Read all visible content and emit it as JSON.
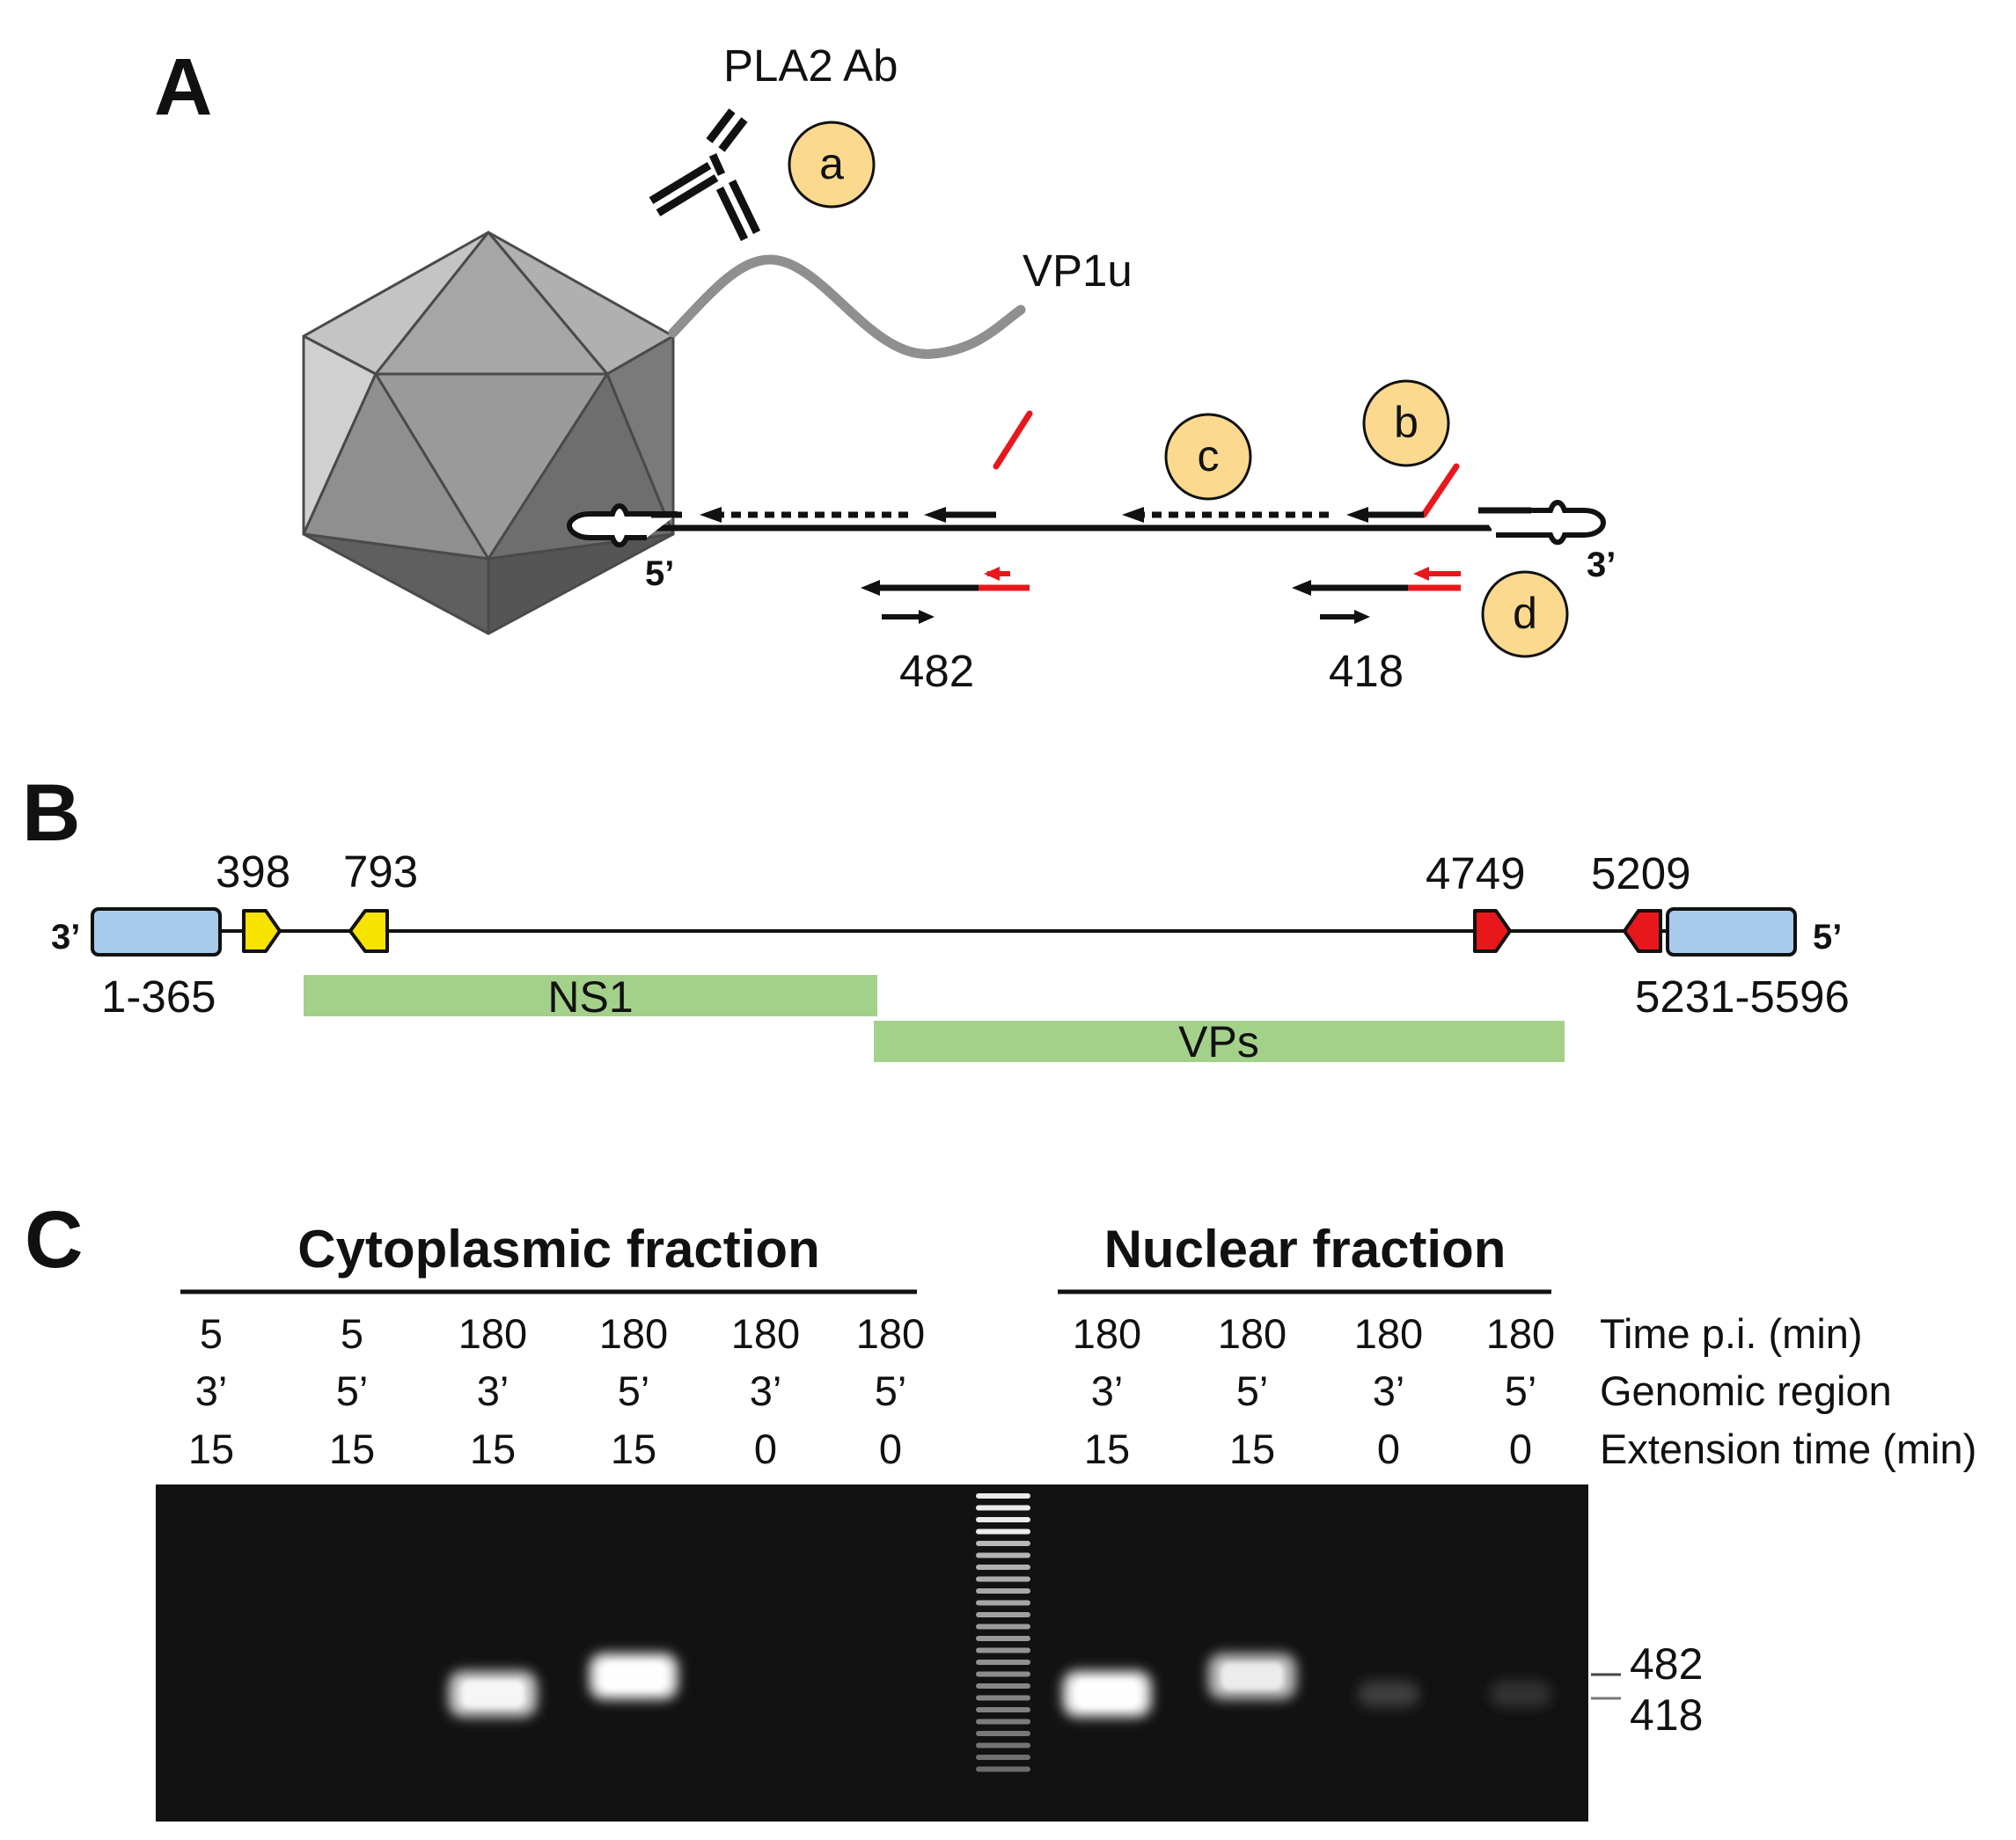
{
  "panels": {
    "a": "A",
    "b": "B",
    "c": "C"
  },
  "panel_a": {
    "antibody_label": "PLA2 Ab",
    "vp1u_label": "VP1u",
    "end_5": "5’",
    "end_3": "3’",
    "steps": [
      "a",
      "b",
      "c",
      "d"
    ],
    "amplicon_left": "482",
    "amplicon_right": "418",
    "colors": {
      "step_circle": "#fbd98f",
      "primer": "#e8171b",
      "tail": "#8f8f8f"
    }
  },
  "panel_b": {
    "end_3": "3’",
    "end_5": "5’",
    "itr_left_label": "1-365",
    "itr_right_label": "5231-5596",
    "positions": [
      "398",
      "793",
      "4749",
      "5209"
    ],
    "ns1_label": "NS1",
    "vps_label": "VPs",
    "colors": {
      "itr": "#a9cbeb",
      "primer_yellow": "#f7e300",
      "primer_red": "#e8171b",
      "orf": "#a4d18a"
    }
  },
  "panel_c": {
    "fractions": [
      "Cytoplasmic fraction",
      "Nuclear fraction"
    ],
    "lanes": [
      {
        "time": "5",
        "region": "3’",
        "ext": "15",
        "band": 0
      },
      {
        "time": "5",
        "region": "5’",
        "ext": "15",
        "band": 0
      },
      {
        "time": "180",
        "region": "3’",
        "ext": "15",
        "band": 0.8
      },
      {
        "time": "180",
        "region": "5’",
        "ext": "15",
        "band": 0.95
      },
      {
        "time": "180",
        "region": "3’",
        "ext": "0",
        "band": 0
      },
      {
        "time": "180",
        "region": "5’",
        "ext": "0",
        "band": 0
      },
      {
        "time": "180",
        "region": "3’",
        "ext": "15",
        "band": 0.95
      },
      {
        "time": "180",
        "region": "5’",
        "ext": "15",
        "band": 0.7
      },
      {
        "time": "180",
        "region": "3’",
        "ext": "0",
        "band": 0.1
      },
      {
        "time": "180",
        "region": "5’",
        "ext": "0",
        "band": 0.04
      }
    ],
    "row_labels": [
      "Time p.i. (min)",
      "Genomic region",
      "Extension time (min)"
    ],
    "markers": [
      "482",
      "418"
    ]
  }
}
